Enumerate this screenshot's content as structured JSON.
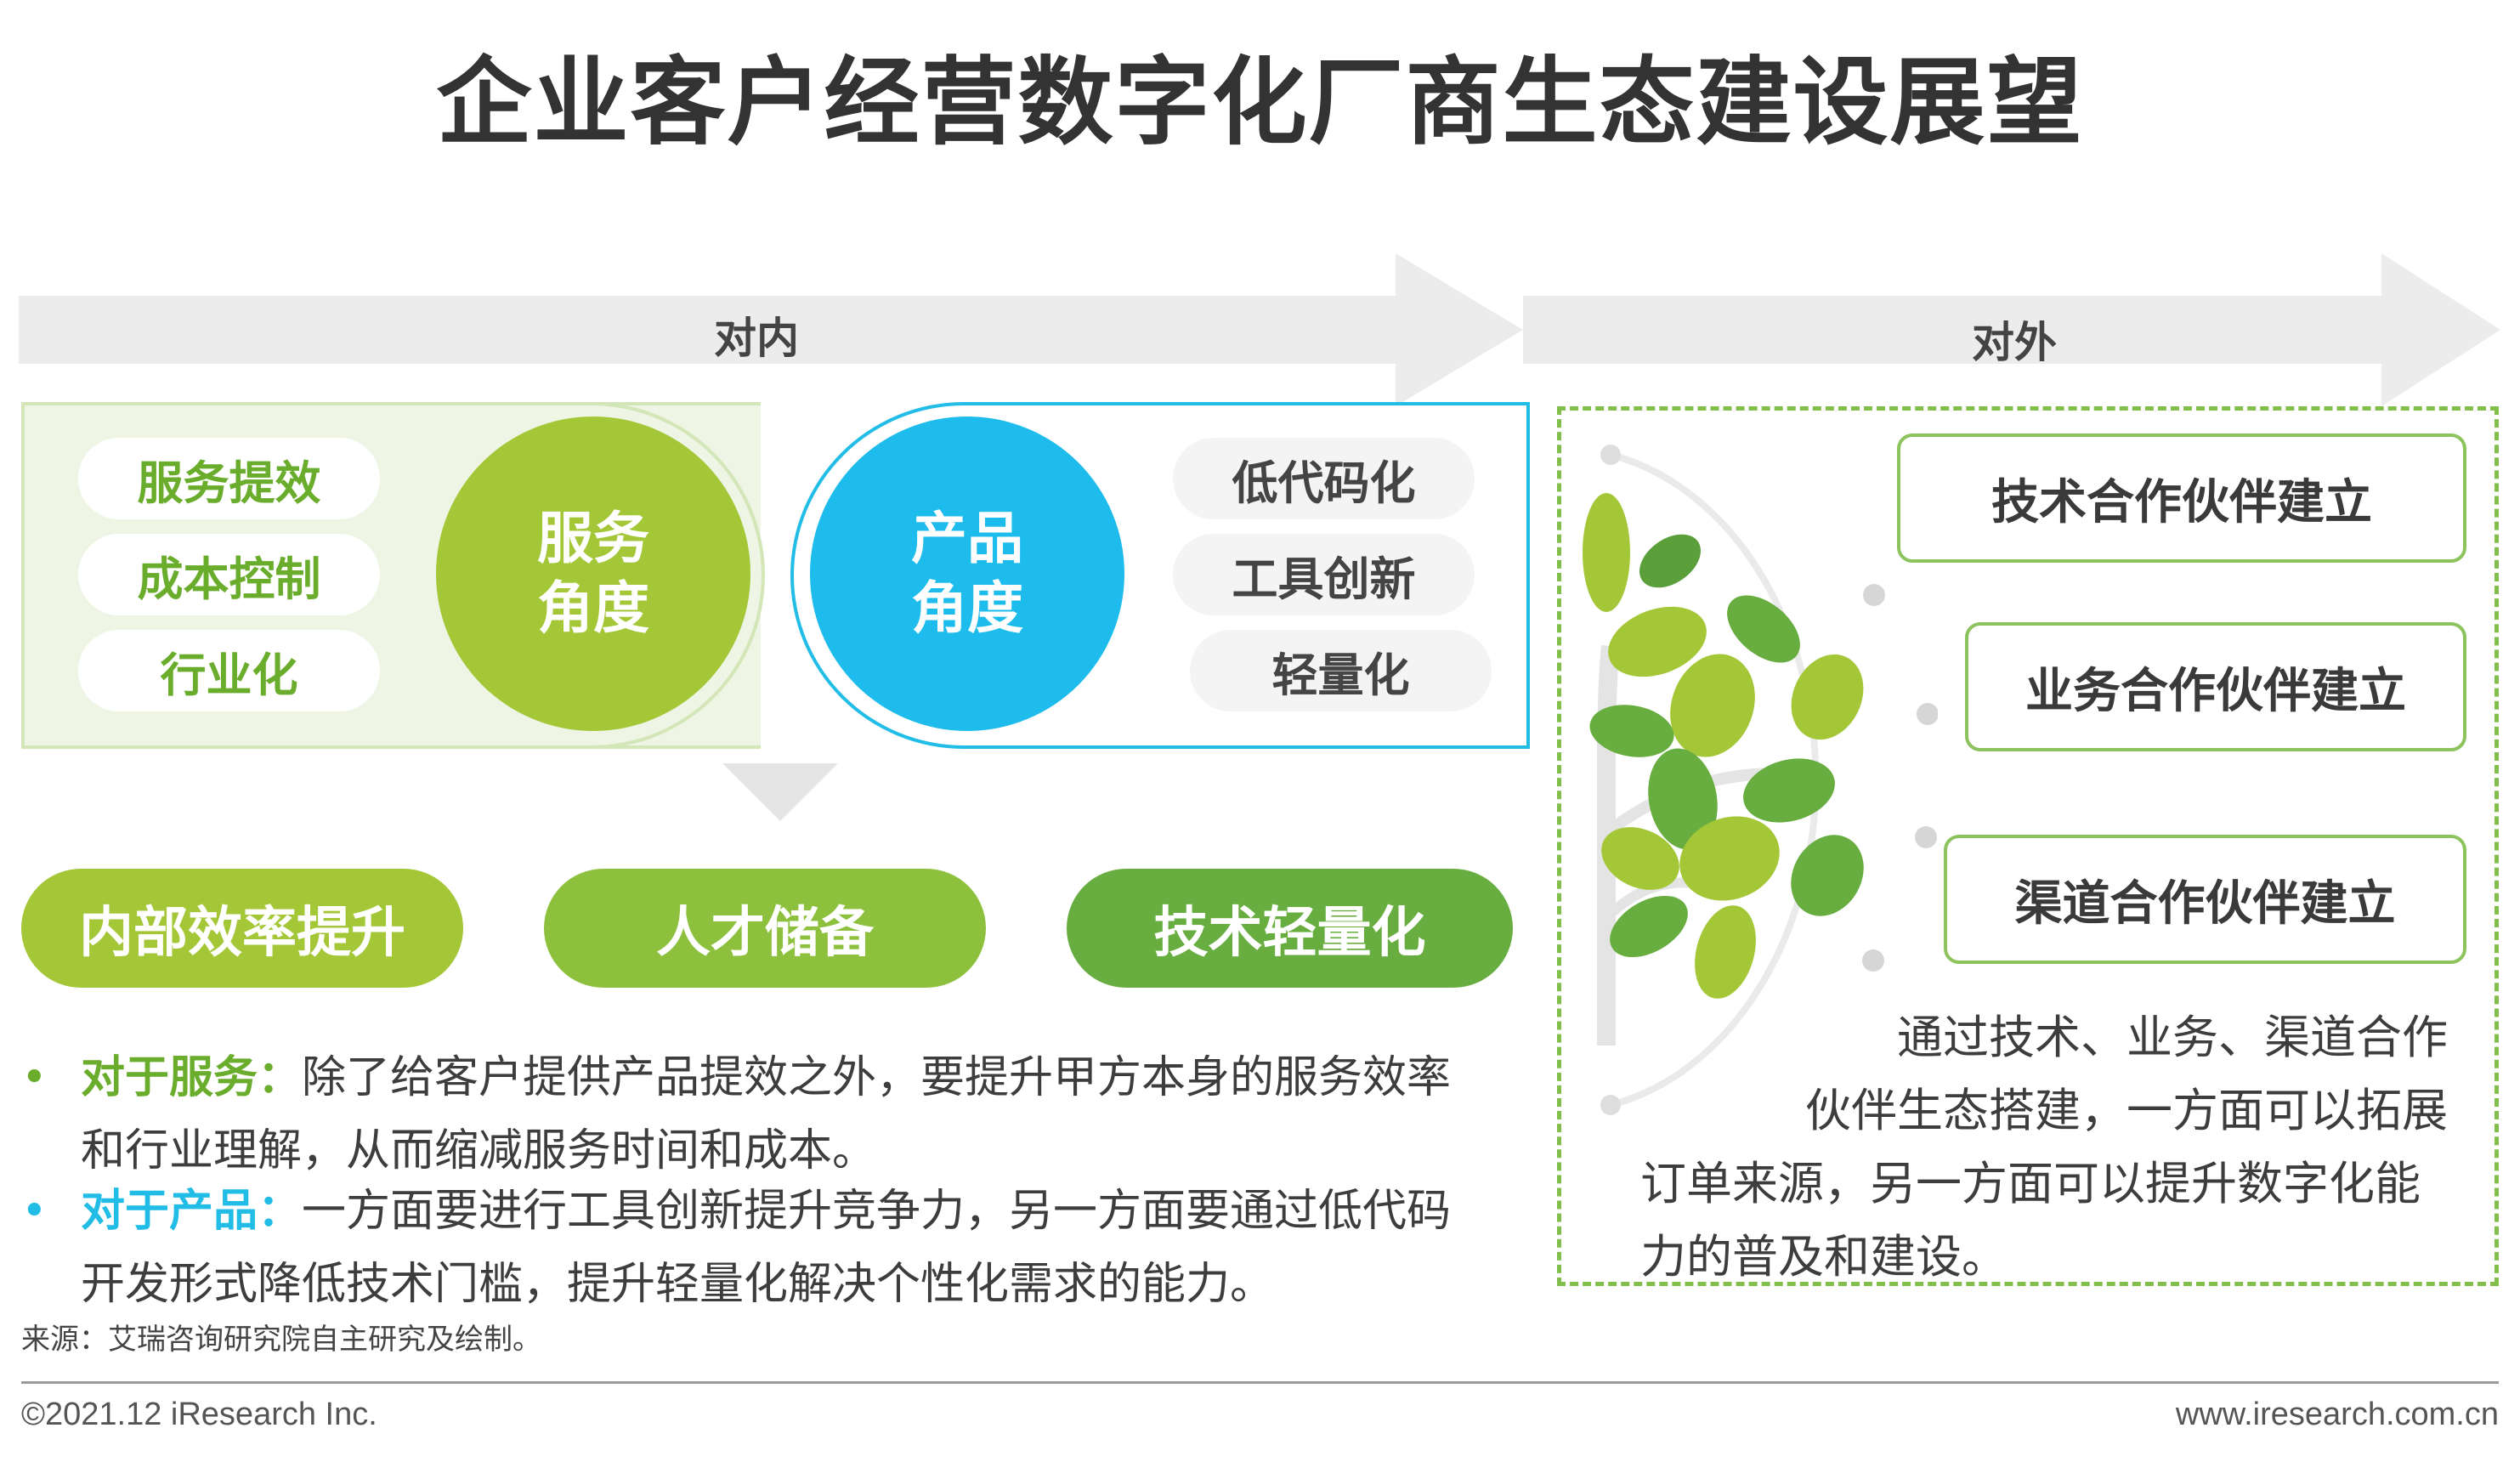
{
  "title": "企业客户经营数字化厂商生态建设展望",
  "arrows": {
    "inner_label": "对内",
    "outer_label": "对外"
  },
  "service": {
    "circle_label_line1": "服务",
    "circle_label_line2": "角度",
    "items": [
      "服务提效",
      "成本控制",
      "行业化"
    ]
  },
  "product": {
    "circle_label_line1": "产品",
    "circle_label_line2": "角度",
    "items": [
      "低代码化",
      "工具创新",
      "轻量化"
    ]
  },
  "results": [
    "内部效率提升",
    "人才储备",
    "技术轻量化"
  ],
  "bullets": [
    {
      "key": "对于服务：",
      "line1": "除了给客户提供产品提效之外，要提升甲方本身的服务效率",
      "line2": "和行业理解，从而缩减服务时间和成本。"
    },
    {
      "key": "对于产品：",
      "line1": "一方面要进行工具创新提升竞争力，另一方面要通过低代码",
      "line2": "开发形式降低技术门槛，提升轻量化解决个性化需求的能力。"
    }
  ],
  "partners": [
    "技术合作伙伴建立",
    "业务合作伙伴建立",
    "渠道合作伙伴建立"
  ],
  "right_desc": [
    "通过技术、业务、渠道合作",
    "伙伴生态搭建，一方面可以拓展",
    "订单来源，另一方面可以提升数字化能",
    "力的普及和建设。"
  ],
  "source": "来源：艾瑞咨询研究院自主研究及绘制。",
  "footer": {
    "copyright": "©2021.12 iResearch Inc.",
    "site": "www.iresearch.com.cn"
  },
  "colors": {
    "service_green": "#a3c736",
    "product_blue": "#1dbcec",
    "result_green_1": "#a3c736",
    "result_green_2": "#8dc13d",
    "result_green_3": "#68ad3f",
    "bullet_service": "#6aad2d",
    "bullet_product": "#21bde7"
  }
}
